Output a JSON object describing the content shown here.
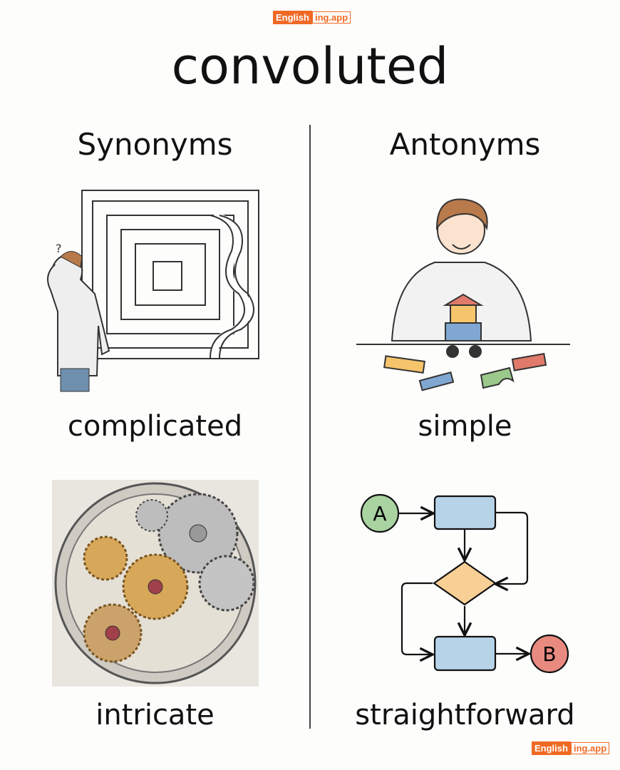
{
  "brand": {
    "part1": "English",
    "part2": "ing.app"
  },
  "title": "convoluted",
  "synonyms": {
    "heading": "Synonyms",
    "items": [
      "complicated",
      "intricate"
    ]
  },
  "antonyms": {
    "heading": "Antonyms",
    "items": [
      "simple",
      "straightforward"
    ]
  },
  "flowchart": {
    "start": "A",
    "end": "B"
  },
  "colors": {
    "brand": "#f06a25",
    "node_a": "#a9d3a0",
    "node_b": "#e98a80",
    "box": "#b7d3e8",
    "diamond": "#f8cf95"
  }
}
